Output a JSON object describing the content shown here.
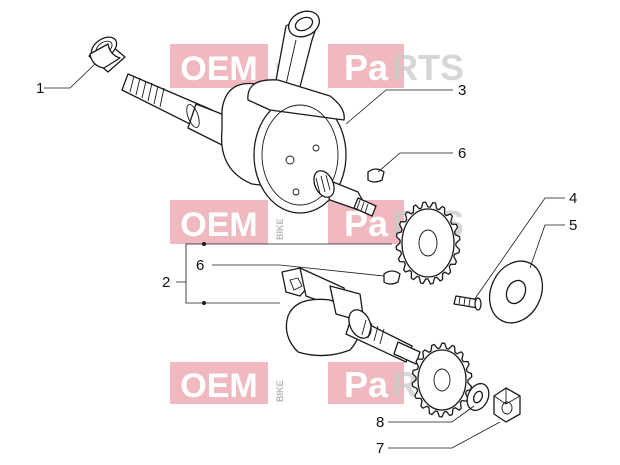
{
  "callouts": {
    "c1": "1",
    "c2": "2",
    "c3": "3",
    "c4": "4",
    "c5": "5",
    "c6a": "6",
    "c6b": "6",
    "c7": "7",
    "c8": "8"
  },
  "watermark": {
    "oem": "OEM",
    "bike": "BIKE",
    "pa": "Pa",
    "rts": "RTS",
    "color": "#e4808a"
  }
}
